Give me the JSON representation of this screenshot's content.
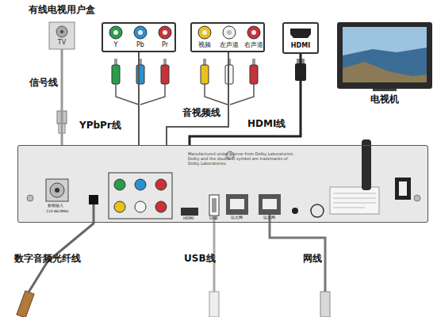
{
  "diagram": {
    "nodes": [
      {
        "text": [
          "有线电视用户盒",
          "TV"
        ]
      },
      {
        "text": [
          "Y",
          "Pb",
          "Pr"
        ]
      },
      {
        "text": [
          "视频",
          "左声道",
          "右声道"
        ]
      },
      {
        "text": [
          "HDMI"
        ]
      },
      {
        "text": [
          "电视机"
        ]
      },
      {
        "text": [
          "Manufactured under license from Dolby Laboratories. Dolby and the double-D symbol are trademarks of Dolby Laboratories."
        ]
      }
    ],
    "edges": [
      {
        "from": 0,
        "to": 5,
        "label": "信号线",
        "arrow": "none"
      },
      {
        "from": 1,
        "to": 5,
        "label": "YPbPr线",
        "arrow": "none"
      },
      {
        "from": 2,
        "to": 5,
        "label": "音视频线",
        "arrow": "none"
      },
      {
        "from": 3,
        "to": 5,
        "label": "HDMI线",
        "arrow": "none"
      }
    ],
    "labels": [
      "数字音频光纤线",
      "USB线",
      "网线",
      "射频输入",
      "110-862MHz",
      "HDMI",
      "USB",
      "以太网",
      "以太网"
    ]
  }
}
